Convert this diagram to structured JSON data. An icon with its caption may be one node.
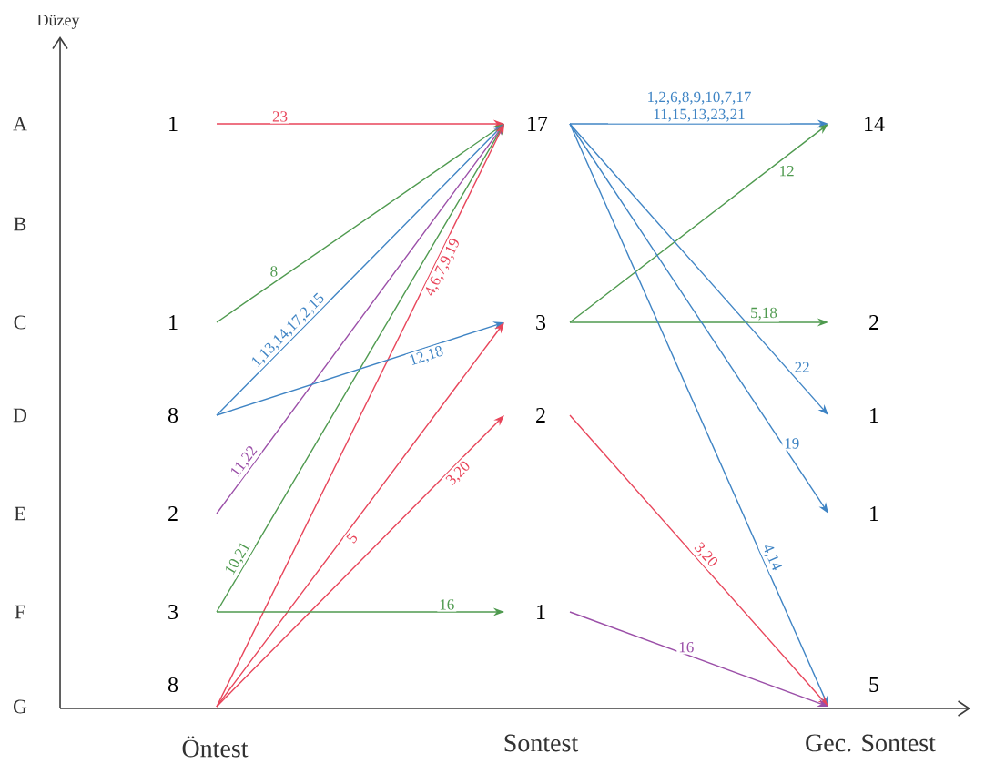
{
  "diagram": {
    "nodes": [
      {
        "text": [
          "1"
        ]
      },
      {
        "text": [
          "1"
        ]
      },
      {
        "text": [
          "8"
        ]
      },
      {
        "text": [
          "2"
        ]
      },
      {
        "text": [
          "3"
        ]
      },
      {
        "text": [
          "8"
        ]
      },
      {
        "text": [
          "17"
        ]
      },
      {
        "text": [
          "3"
        ]
      },
      {
        "text": [
          "2"
        ]
      },
      {
        "text": [
          "1"
        ]
      },
      {
        "text": [
          "14"
        ]
      },
      {
        "text": [
          "2"
        ]
      },
      {
        "text": [
          "1"
        ]
      },
      {
        "text": [
          "1"
        ]
      },
      {
        "text": [
          "5"
        ]
      }
    ],
    "edges": [
      {
        "from": 0,
        "to": 6,
        "arrow": "to",
        "label": "23",
        "color": "#e8455a"
      },
      {
        "from": 1,
        "to": 6,
        "arrow": "to",
        "label": "8",
        "color": "#4f9a4f"
      },
      {
        "from": 2,
        "to": 6,
        "arrow": "to",
        "label": "1,13,14,17,2,15",
        "color": "#3f84c4"
      },
      {
        "from": 3,
        "to": 6,
        "arrow": "to",
        "label": "11,22",
        "color": "#9b4fa8"
      },
      {
        "from": 4,
        "to": 6,
        "arrow": "to",
        "label": "10,21",
        "color": "#4f9a4f"
      },
      {
        "from": 5,
        "to": 6,
        "arrow": "to",
        "label": "4,6,7,9,19",
        "color": "#e8455a"
      },
      {
        "from": 2,
        "to": 7,
        "arrow": "to",
        "label": "12,18",
        "color": "#3f84c4"
      },
      {
        "from": 5,
        "to": 7,
        "arrow": "to",
        "label": "5",
        "color": "#e8455a"
      },
      {
        "from": 5,
        "to": 8,
        "arrow": "to",
        "label": "3,20",
        "color": "#e8455a"
      },
      {
        "from": 4,
        "to": 9,
        "arrow": "to",
        "label": "16",
        "color": "#4f9a4f"
      },
      {
        "from": 6,
        "to": 10,
        "arrow": "to",
        "label": "1,2,6,8,9,10,7,17 11,15,13,23,21",
        "color": "#3f84c4"
      },
      {
        "from": 7,
        "to": 10,
        "arrow": "to",
        "label": "12",
        "color": "#4f9a4f"
      },
      {
        "from": 7,
        "to": 11,
        "arrow": "to",
        "label": "5,18",
        "color": "#4f9a4f"
      },
      {
        "from": 6,
        "to": 12,
        "arrow": "to",
        "label": "22",
        "color": "#3f84c4"
      },
      {
        "from": 6,
        "to": 13,
        "arrow": "to",
        "label": "19",
        "color": "#3f84c4"
      },
      {
        "from": 6,
        "to": 14,
        "arrow": "to",
        "label": "4,14",
        "color": "#3f84c4"
      },
      {
        "from": 8,
        "to": 14,
        "arrow": "to",
        "label": "3,20",
        "color": "#e8455a"
      },
      {
        "from": 9,
        "to": 14,
        "arrow": "to",
        "label": "16",
        "color": "#9b4fa8"
      }
    ],
    "labels": [
      "Düzey",
      "A",
      "B",
      "C",
      "D",
      "E",
      "F",
      "G",
      "Öntest",
      "Sontest",
      "Gec. Sontest"
    ]
  }
}
